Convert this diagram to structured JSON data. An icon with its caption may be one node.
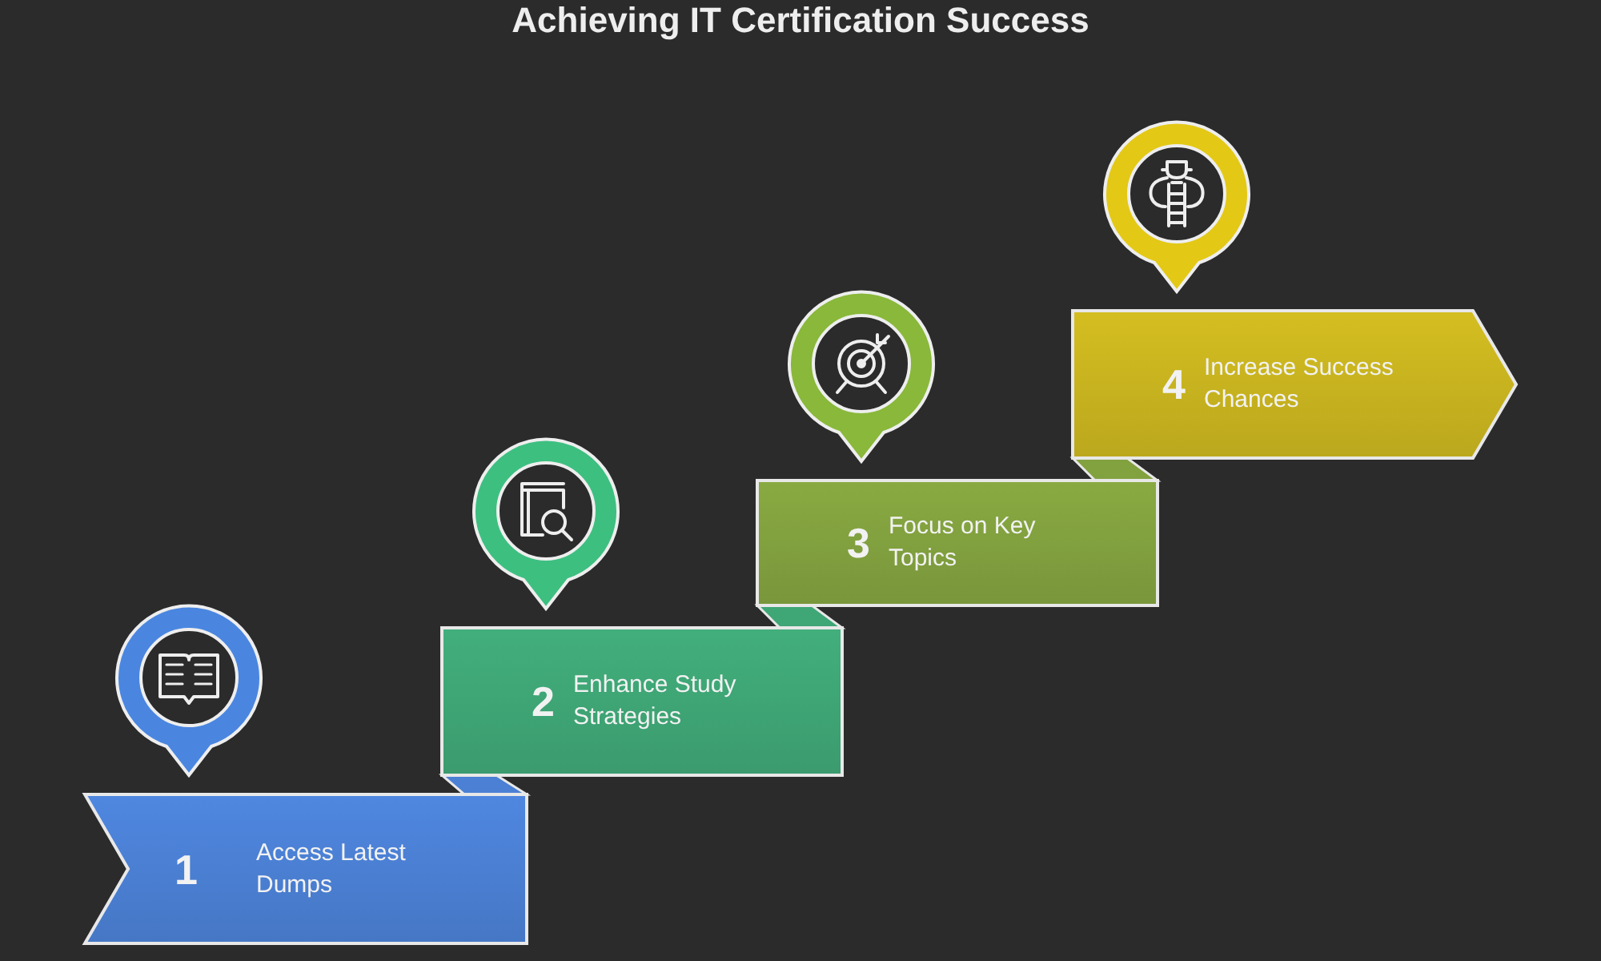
{
  "diagram": {
    "title": "Achieving IT Certification Success",
    "nodes": [
      {
        "text": [
          "1",
          "Access Latest Dumps"
        ]
      },
      {
        "text": [
          "2",
          "Enhance Study Strategies"
        ]
      },
      {
        "text": [
          "3",
          "Focus on Key Topics"
        ]
      },
      {
        "text": [
          "4",
          "Increase Success Chances"
        ]
      }
    ]
  }
}
